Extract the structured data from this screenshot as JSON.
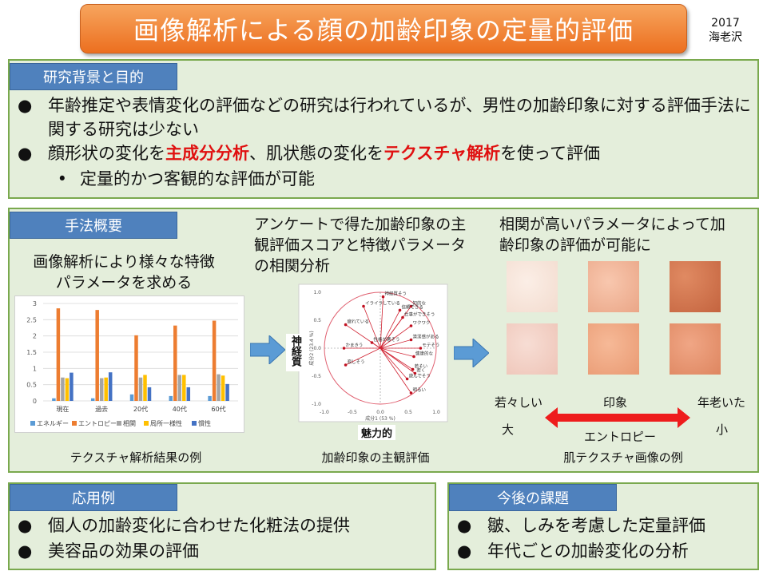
{
  "header": {
    "title": "画像解析による顔の加齢印象の定量的評価",
    "year": "2017",
    "author": "海老沢"
  },
  "background": {
    "tab": "研究背景と目的",
    "bullet1": "年齢推定や表情変化の評価などの研究は行われているが、男性の加齢印象に対する評価手法に関する研究は少ない",
    "bullet2_pre": "顔形状の変化を",
    "bullet2_hl1": "主成分分析",
    "bullet2_mid": "、肌状態の変化を",
    "bullet2_hl2": "テクスチャ解析",
    "bullet2_post": "を使って評価",
    "sub_bullet": "定量的かつ客観的な評価が可能"
  },
  "method": {
    "tab": "手法概要",
    "step1": "画像解析により様々な特徴パラメータを求める",
    "step2": "アンケートで得た加齢印象の主観評価スコアと特徴パラメータの相関分析",
    "step3": "相関が高いパラメータによって加齢印象の評価が可能に",
    "caption1": "テクスチャ解析結果の例",
    "caption2": "加齢印象の主観評価",
    "caption3": "肌テクスチャ画像の例",
    "scale_young": "若々しい",
    "scale_mid": "印象",
    "scale_old": "年老いた",
    "scale_big": "大",
    "scale_entropy": "エントロピー",
    "scale_small": "小"
  },
  "applications": {
    "tab": "応用例",
    "items": [
      "個人の加齢変化に合わせた化粧法の提供",
      "美容品の効果の評価"
    ]
  },
  "future": {
    "tab": "今後の課題",
    "items": [
      "皺、しみを考慮した定量評価",
      "年代ごとの加齢変化の分析"
    ]
  },
  "chart_data": [
    {
      "type": "bar",
      "categories": [
        "現在",
        "過去",
        "20代",
        "40代",
        "60代"
      ],
      "ylim": [
        0,
        3
      ],
      "yticks": [
        "0",
        "0.5",
        "1",
        "1.5",
        "2",
        "2.5",
        "3"
      ],
      "series": [
        {
          "name": "エネルギー",
          "color": "#5b9bd5",
          "values": [
            0.08,
            0.08,
            0.2,
            0.15,
            0.15
          ]
        },
        {
          "name": "エントロピー",
          "color": "#ed7d31",
          "values": [
            2.85,
            2.8,
            2.02,
            2.32,
            2.47
          ]
        },
        {
          "name": "相関",
          "color": "#a5a5a5",
          "values": [
            0.72,
            0.7,
            0.72,
            0.8,
            0.82
          ]
        },
        {
          "name": "局所一様性",
          "color": "#ffc000",
          "values": [
            0.7,
            0.72,
            0.8,
            0.8,
            0.78
          ]
        },
        {
          "name": "慣性",
          "color": "#4472c4",
          "values": [
            0.87,
            0.88,
            0.42,
            0.42,
            0.52
          ]
        }
      ]
    },
    {
      "type": "scatter",
      "xlabel": "魅力的",
      "ylabel": "神経質",
      "xaxis_title": "成分1 (53 %)",
      "yaxis_title": "成分2 (23.4 %)",
      "xlim": [
        -1,
        1
      ],
      "ylim": [
        -1,
        1
      ],
      "xticks": [
        "-1.0",
        "-0.5",
        "0.0",
        "0.5",
        "1.0"
      ],
      "yticks": [
        "-1.0",
        "-0.5",
        "0.0",
        "0.5",
        "1.0"
      ],
      "points": [
        {
          "label": "神経質そう",
          "x": 0.05,
          "y": 0.92
        },
        {
          "label": "イライラしている",
          "x": -0.3,
          "y": 0.75
        },
        {
          "label": "知的な",
          "x": 0.55,
          "y": 0.75
        },
        {
          "label": "信頼できる",
          "x": 0.35,
          "y": 0.68
        },
        {
          "label": "仕事ができそう",
          "x": 0.4,
          "y": 0.55
        },
        {
          "label": "疲れている",
          "x": -0.62,
          "y": 0.42
        },
        {
          "label": "ワクワク",
          "x": 0.55,
          "y": 0.4
        },
        {
          "label": "清潔感がある",
          "x": 0.55,
          "y": 0.15
        },
        {
          "label": "性格が悪そう",
          "x": -0.15,
          "y": 0.1
        },
        {
          "label": "かまきう",
          "x": -0.65,
          "y": 0.0
        },
        {
          "label": "モテそう",
          "x": 0.72,
          "y": 0.0
        },
        {
          "label": "健康的な",
          "x": 0.6,
          "y": -0.15
        },
        {
          "label": "寂しそう",
          "x": -0.62,
          "y": -0.3
        },
        {
          "label": "若そい",
          "x": 0.58,
          "y": -0.38
        },
        {
          "label": "若く",
          "x": 0.62,
          "y": -0.45
        },
        {
          "label": "遊んでそう",
          "x": 0.48,
          "y": -0.55
        },
        {
          "label": "明るい",
          "x": 0.55,
          "y": -0.8
        }
      ]
    }
  ]
}
